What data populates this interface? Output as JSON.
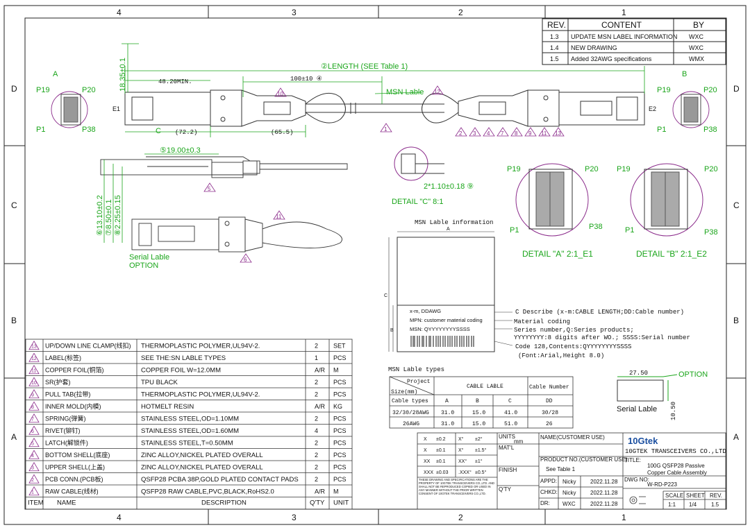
{
  "zones": {
    "top": [
      "4",
      "3",
      "2",
      "1"
    ],
    "side": [
      "D",
      "C",
      "B",
      "A"
    ]
  },
  "revision": {
    "headers": [
      "REV.",
      "CONTENT",
      "BY"
    ],
    "rows": [
      [
        "1.3",
        "UPDATE MSN LABEL INFORMATION",
        "WXC"
      ],
      [
        "1.4",
        "NEW DRAWING",
        "WXC"
      ],
      [
        "1.5",
        "Added 32AWG specifications",
        "WMX"
      ]
    ]
  },
  "dims": {
    "length": "②LENGTH (SEE Table 1)",
    "height_top": "18.35±0.1",
    "min_len": "48.20MIN.",
    "mid_len": "100±10 ④",
    "msn_label": "MSN Lable",
    "dim_72": "(72.2)",
    "dim_65": "(65.5)",
    "dim_19": "⑤19.00±0.3",
    "dim_1310": "⑥13.10±0.2",
    "dim_850": "⑦8.50±0.1",
    "dim_225": "⑧2.25±0.15",
    "detail_c_dim": "2*1.10±0.18 ⑨",
    "detail_c": "DETAIL \"C\" 8:1",
    "serial_option": "Serial Lable\nOPTION",
    "serial_line1": "Serial Lable",
    "serial_line2": "OPTION",
    "detail_a": "DETAIL \"A\" 2:1_E1",
    "detail_b": "DETAIL \"B\" 2:1_E2",
    "e1": "E1",
    "e2": "E2",
    "a": "A",
    "b": "B",
    "c": "C",
    "p19": "P19",
    "p20": "P20",
    "p1": "P1",
    "p38": "P38"
  },
  "msn_info": {
    "title": "MSN Lable information",
    "dim_a": "A",
    "dim_b": "B",
    "dim_c": "C",
    "line1": "x-m, DDAWG",
    "line2": "MPN: customer material coding",
    "line3": "MSN: QYYYYYYYYSSSS",
    "note1": "C Describe (x-m:CABLE LENGTH;DD:Cable number)",
    "note2": "Material coding",
    "note3": "Series number,Q:Series products;",
    "note4": "YYYYYYYY:8 digits after WO.; SSSS:Serial number",
    "note5": "Code 128,Contents:QYYYYYYYYSSSS",
    "note6": "(Font:Arial,Height 8.0)"
  },
  "msn_types": {
    "title": "MSN Lable types",
    "project": "Project",
    "size": "Size(mm)",
    "cable_label": "CABLE  LABLE",
    "cable_number": "Cable Number",
    "cable_types": "Cable types",
    "cols": [
      "A",
      "B",
      "C",
      "DD"
    ],
    "rows": [
      [
        "32/30/28AWG",
        "31.0",
        "15.0",
        "41.0",
        "30/28"
      ],
      [
        "26AWG",
        "31.0",
        "15.0",
        "51.0",
        "26"
      ]
    ]
  },
  "option_box": {
    "w": "27.50",
    "h": "10.50",
    "label": "OPTION",
    "text": "Serial Lable"
  },
  "bom": {
    "rows": [
      [
        "13",
        "UP/DOWN LINE CLAMP(线扣)",
        "THERMOPLASTIC POLYMER,UL94V-2.",
        "2",
        "SET"
      ],
      [
        "12",
        "LABEL(标签)",
        "SEE THE:SN LABLE TYPES",
        "1",
        "PCS"
      ],
      [
        "11",
        "COPPER FOIL(铜箔)",
        "COPPER FOIL W=12.0MM",
        "A/R",
        "M"
      ],
      [
        "10",
        "SR(护套)",
        "TPU BLACK",
        "2",
        "PCS"
      ],
      [
        "9",
        "PULL TAB(拉带)",
        "THERMOPLASTIC POLYMER,UL94V-2.",
        "2",
        "PCS"
      ],
      [
        "8",
        "INNER MOLD(内模)",
        "HOTMELT RESIN",
        "A/R",
        "KG"
      ],
      [
        "7",
        "SPRING(弹簧)",
        "STAINLESS STEEL,OD=1.10MM",
        "2",
        "PCS"
      ],
      [
        "6",
        "RIVET(铆钉)",
        "STAINLESS STEEL,OD=1.60MM",
        "4",
        "PCS"
      ],
      [
        "5",
        "LATCH(解锁件)",
        "STAINLESS STEEL,T=0.50MM",
        "2",
        "PCS"
      ],
      [
        "4",
        "BOTTOM SHELL(底座)",
        "ZINC ALLOY,NICKEL PLATED OVERALL",
        "2",
        "PCS"
      ],
      [
        "3",
        "UPPER SHELL(上盖)",
        "ZINC ALLOY,NICKEL PLATED OVERALL",
        "2",
        "PCS"
      ],
      [
        "2",
        "PCB CONN.(PCB板)",
        "QSFP28 PCBA 38P,GOLD PLATED CONTACT PADS",
        "2",
        "PCS"
      ],
      [
        "1",
        "RAW CABLE(线材)",
        "QSFP28 RAW CABLE,PVC,BLACK,RoHS2.0",
        "A/R",
        "M"
      ]
    ],
    "header": [
      "ITEM",
      "NAME",
      "DESCRIPTION",
      "Q'TY",
      "UNIT"
    ]
  },
  "title_block": {
    "tol": [
      [
        "X",
        "±0.2",
        "X°",
        "±2°"
      ],
      [
        "X",
        "±0.1",
        "X°",
        "±1.5°"
      ],
      [
        "XX",
        "±0.1",
        "XX°",
        "±1°"
      ],
      [
        "XXX",
        "±0.03",
        ".XXX°",
        "±0.5°"
      ]
    ],
    "units": "UNITS",
    "units_val": "mm",
    "matl": "MAT'L",
    "finish": "FINISH",
    "qty": "Q'TY",
    "notice": "THESE DRAWING AND SPECIFICATIONS ARE THE PROPERTY OF 10GTEK TRANSCEIVERS CO.,LTD. AND SHALL NOT BE REPRODUCED COPIED OR USED IN ANY MANNER WITHOUT THE PRIOR WRITTEN CONSENT OF 10GTEK TRANSCEIVERS CO.,LTD.",
    "name_cust": "NAME(CUSTOMER USE)",
    "prod_no": "PRODUCT NO.(CUSTOMER USE)",
    "see_table": "See Table 1",
    "appd": "APPD:",
    "chkd": "CHKD:",
    "dr": "DR:",
    "appd_name": "Nicky",
    "chkd_name": "Nicky",
    "dr_name": "WXC",
    "appd_date": "2022.11.28",
    "chkd_date": "2022.11.28",
    "dr_date": "2022.11.28",
    "logo": "10Gtek",
    "company": "10GTEK TRANSCEIVERS CO.,LTD",
    "title_lbl": "TITLE:",
    "title1": "100G QSFP28 Passive",
    "title2": "Copper Cable Assembly",
    "dwg_lbl": "DWG NO:",
    "dwg_no": "W-RD-P223",
    "scale_lbl": "SCALE",
    "sheet_lbl": "SHEET",
    "rev_lbl": "REV.",
    "scale": "1:1",
    "sheet": "1/4",
    "rev": "1.5"
  },
  "balloons_top": [
    "2",
    "3",
    "4",
    "7",
    "8",
    "9",
    "11",
    "13"
  ]
}
